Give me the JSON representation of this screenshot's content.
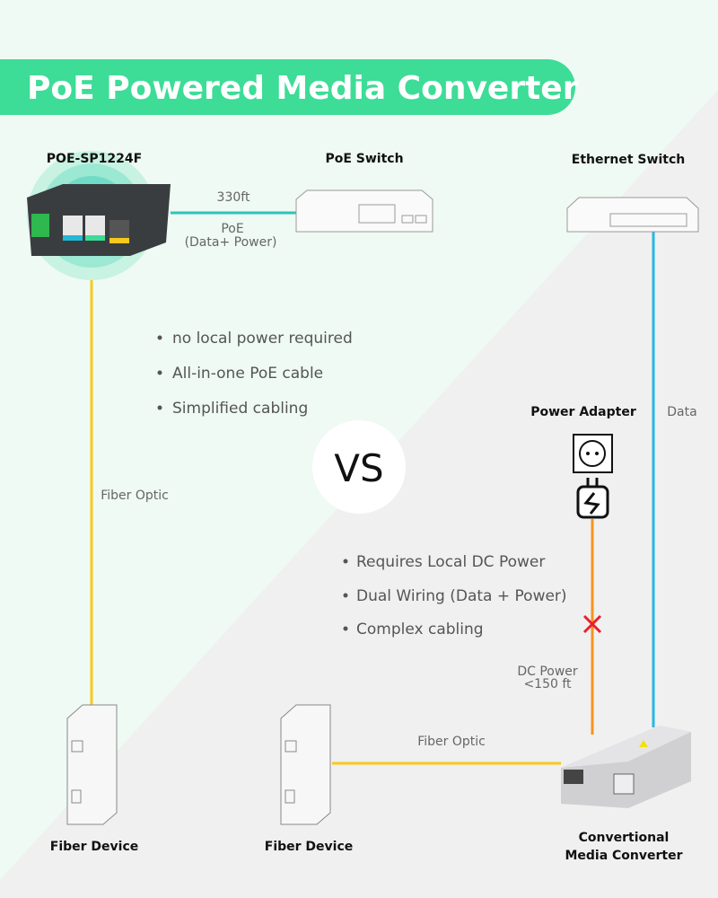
{
  "title": "PoE Powered Media Converter",
  "colors": {
    "banner": "#3ddc97",
    "poe_line": "#2ec4b6",
    "data_line": "#29b6e6",
    "fiber_line": "#f7c91d",
    "power_line": "#f7931e",
    "cross": "#e8202a",
    "left_bg": "#eefaf3",
    "right_bg": "#f0f0f0"
  },
  "left": {
    "device_label": "POE-SP1224F",
    "switch_label": "PoE Switch",
    "distance": "330ft",
    "link_label_1": "PoE",
    "link_label_2": "(Data+ Power)",
    "fiber_label": "Fiber Optic",
    "fiber_device_label": "Fiber Device",
    "bullets": [
      "no local power required",
      "All-in-one PoE cable",
      "Simplified cabling"
    ]
  },
  "vs": "VS",
  "right": {
    "switch_label": "Ethernet Switch",
    "adapter_label": "Power Adapter",
    "data_label": "Data",
    "dc_label_1": "DC Power",
    "dc_label_2": "<150 ft",
    "fiber_label": "Fiber Optic",
    "fiber_device_label": "Fiber Device",
    "converter_label_1": "Convertional",
    "converter_label_2": "Media Converter",
    "bullets": [
      "Requires Local DC Power",
      "Dual Wiring (Data + Power)",
      "Complex cabling"
    ]
  },
  "icons": [
    "socket-icon",
    "plug-icon",
    "cross-icon"
  ]
}
